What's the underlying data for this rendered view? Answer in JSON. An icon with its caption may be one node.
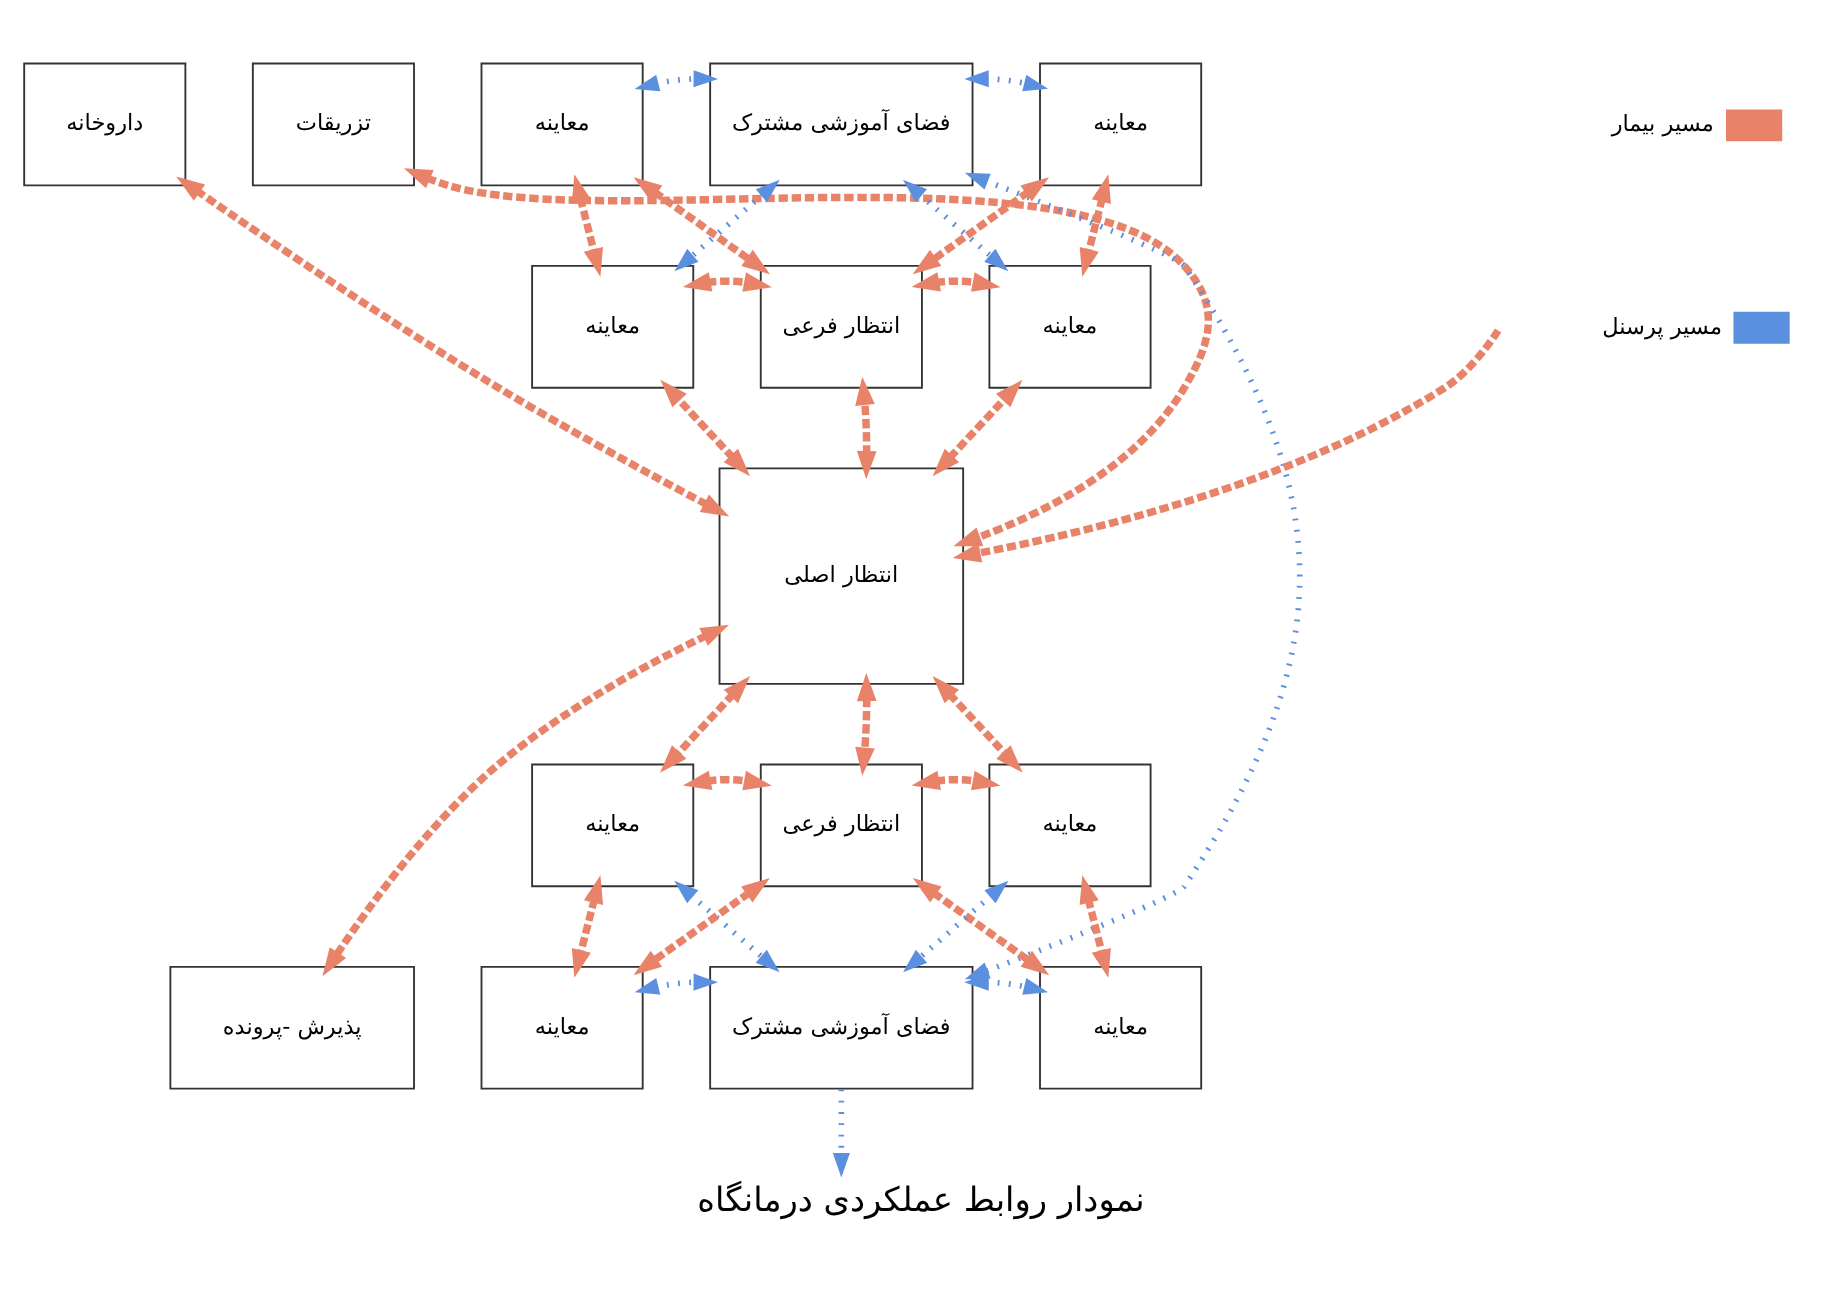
{
  "diagram": {
    "title": "نمودار روابط عملکردی درمانگاه",
    "nodes": [
      {
        "text": [
          "داروخانه"
        ]
      },
      {
        "text": [
          "تزریقات"
        ]
      },
      {
        "text": [
          "انتظار اصلی"
        ]
      },
      {
        "text": [
          "پذیرش -پرونده"
        ]
      },
      {
        "text": [
          "معاینه"
        ]
      },
      {
        "text": [
          "فضای آموزشی مشترک"
        ]
      },
      {
        "text": [
          "معاینه"
        ]
      },
      {
        "text": [
          "معاینه"
        ]
      },
      {
        "text": [
          "انتظار فرعی"
        ]
      },
      {
        "text": [
          "معاینه"
        ]
      },
      {
        "text": [
          "معاینه"
        ]
      },
      {
        "text": [
          "انتظار فرعی"
        ]
      },
      {
        "text": [
          "معاینه"
        ]
      },
      {
        "text": [
          "معاینه"
        ]
      },
      {
        "text": [
          "فضای آموزشی مشترک"
        ]
      },
      {
        "text": [
          "معاینه"
        ]
      }
    ],
    "edges": [
      {
        "from": 0,
        "to": 2,
        "arrow": "both"
      },
      {
        "from": 1,
        "to": 2,
        "arrow": "both"
      },
      {
        "from": 2,
        "to": 3,
        "arrow": "both"
      },
      {
        "from": null,
        "to": 2,
        "arrow": "to"
      },
      {
        "from": 2,
        "to": 7,
        "arrow": "both"
      },
      {
        "from": 2,
        "to": 8,
        "arrow": "both"
      },
      {
        "from": 2,
        "to": 9,
        "arrow": "both"
      },
      {
        "from": 2,
        "to": 10,
        "arrow": "both"
      },
      {
        "from": 2,
        "to": 11,
        "arrow": "both"
      },
      {
        "from": 2,
        "to": 12,
        "arrow": "both"
      },
      {
        "from": 4,
        "to": 7,
        "arrow": "both"
      },
      {
        "from": 4,
        "to": 8,
        "arrow": "both"
      },
      {
        "from": 6,
        "to": 9,
        "arrow": "both"
      },
      {
        "from": 6,
        "to": 8,
        "arrow": "both"
      },
      {
        "from": 7,
        "to": 8,
        "arrow": "both"
      },
      {
        "from": 8,
        "to": 9,
        "arrow": "both"
      },
      {
        "from": 10,
        "to": 11,
        "arrow": "both"
      },
      {
        "from": 11,
        "to": 12,
        "arrow": "both"
      },
      {
        "from": 10,
        "to": 13,
        "arrow": "both"
      },
      {
        "from": 11,
        "to": 13,
        "arrow": "both"
      },
      {
        "from": 11,
        "to": 15,
        "arrow": "both"
      },
      {
        "from": 12,
        "to": 15,
        "arrow": "both"
      },
      {
        "from": 4,
        "to": 5,
        "arrow": "both",
        "color": "#5b8fe0"
      },
      {
        "from": 5,
        "to": 6,
        "arrow": "both",
        "color": "#5b8fe0"
      },
      {
        "from": 5,
        "to": 7,
        "arrow": "both",
        "color": "#5b8fe0"
      },
      {
        "from": 5,
        "to": 9,
        "arrow": "both",
        "color": "#5b8fe0"
      },
      {
        "from": 10,
        "to": 14,
        "arrow": "both",
        "color": "#5b8fe0"
      },
      {
        "from": 12,
        "to": 14,
        "arrow": "both",
        "color": "#5b8fe0"
      },
      {
        "from": 13,
        "to": 14,
        "arrow": "both",
        "color": "#5b8fe0"
      },
      {
        "from": 14,
        "to": 15,
        "arrow": "both",
        "color": "#5b8fe0"
      },
      {
        "from": 5,
        "to": 14,
        "arrow": "both",
        "color": "#5b8fe0"
      },
      {
        "from": 14,
        "to": null,
        "arrow": "to",
        "color": "#5b8fe0"
      }
    ],
    "legend": [
      {
        "text": "مسیر بیمار",
        "color": "#e8836a"
      },
      {
        "text": "مسیر پرسنل",
        "color": "#5b8fe0"
      }
    ]
  }
}
